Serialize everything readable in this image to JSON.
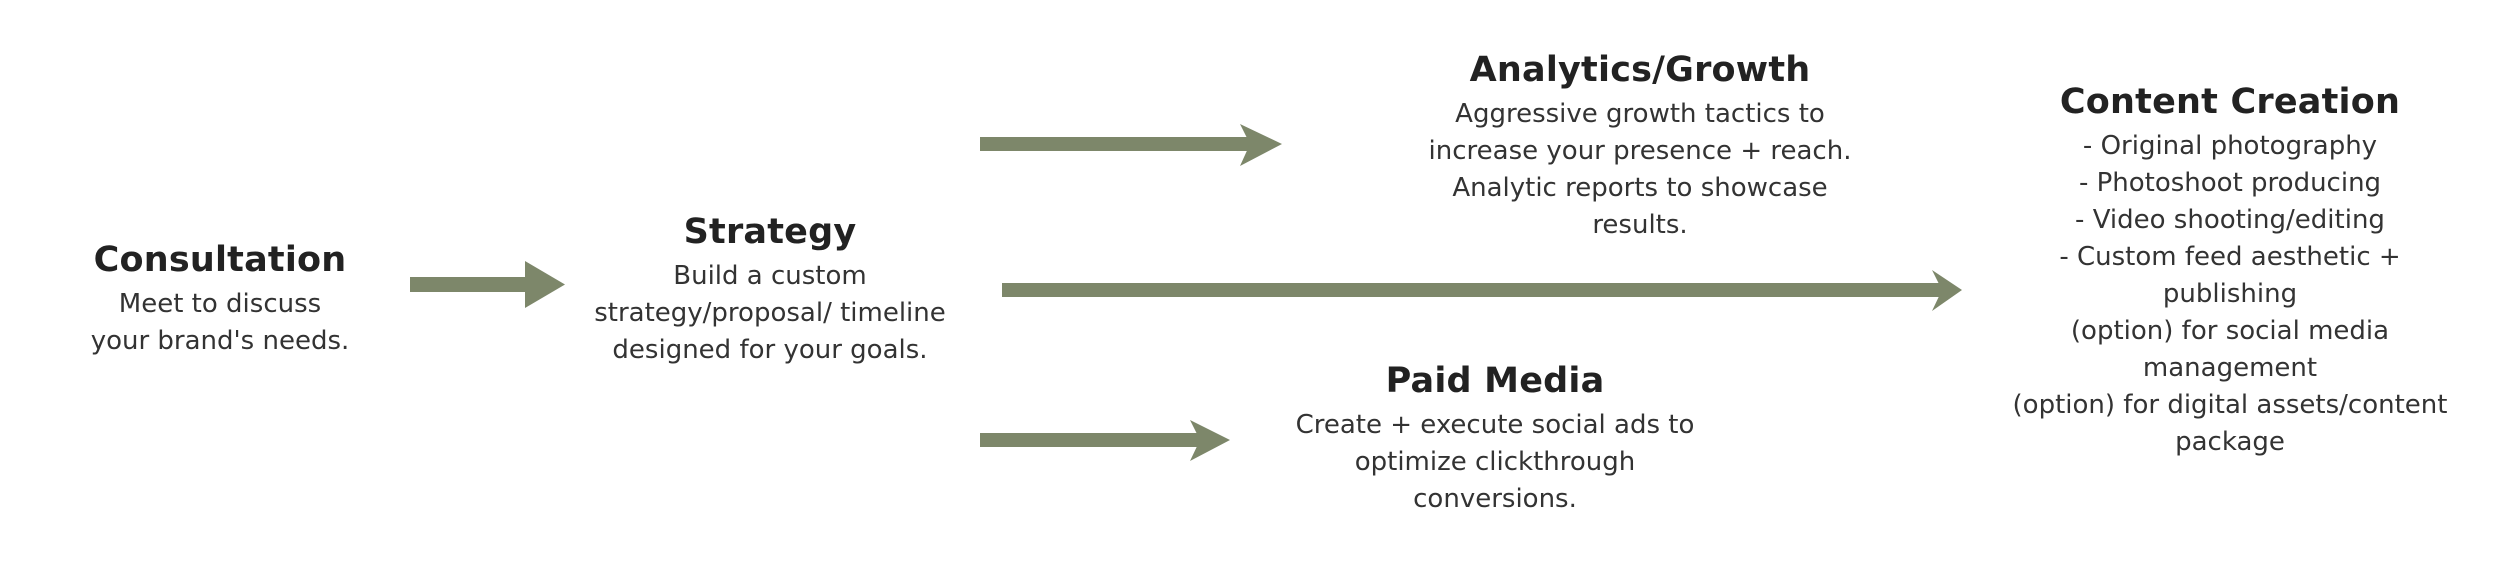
{
  "colors": {
    "arrow": "#7d876a",
    "title": "#222222",
    "text": "#333333",
    "background": "#ffffff"
  },
  "nodes": {
    "consultation": {
      "title": "Consultation",
      "lines": [
        "Meet to discuss",
        "your brand's needs."
      ]
    },
    "strategy": {
      "title": "Strategy",
      "lines": [
        "Build a custom",
        "strategy/proposal/ timeline",
        "designed for your goals."
      ]
    },
    "analytics": {
      "title": "Analytics/Growth",
      "lines": [
        "Aggressive growth tactics to",
        "increase your presence + reach.",
        "Analytic reports to showcase",
        "results."
      ]
    },
    "paid_media": {
      "title": "Paid Media",
      "lines": [
        "Create + execute social ads to",
        "optimize clickthrough",
        "conversions."
      ]
    },
    "content_creation": {
      "title": "Content Creation",
      "lines": [
        "- Original photography",
        "- Photoshoot producing",
        "- Video shooting/editing",
        "- Custom feed aesthetic +",
        "publishing",
        "(option) for social media",
        "management",
        "(option) for digital assets/content",
        "package"
      ]
    }
  },
  "edges": [
    {
      "from": "consultation",
      "to": "strategy"
    },
    {
      "from": "strategy",
      "to": "analytics"
    },
    {
      "from": "strategy",
      "to": "content_creation"
    },
    {
      "from": "strategy",
      "to": "paid_media"
    }
  ]
}
